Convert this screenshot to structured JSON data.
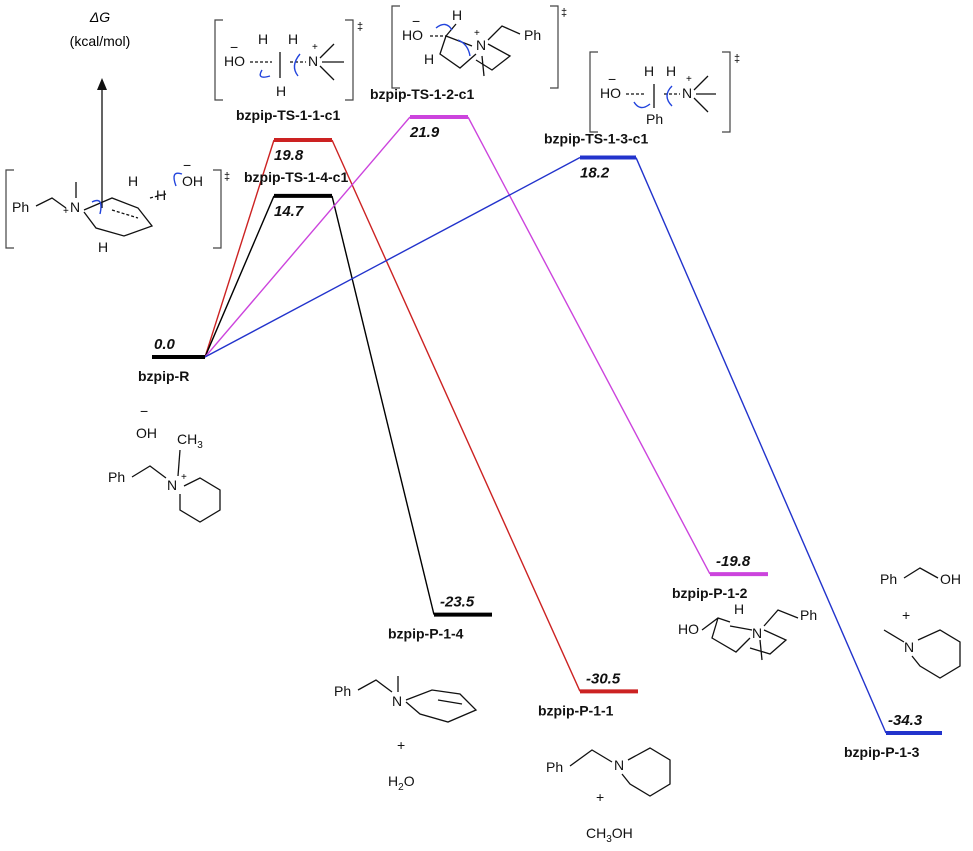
{
  "axis": {
    "symbol": "ΔG",
    "unit": "(kcal/mol)"
  },
  "levels": [
    {
      "id": "R",
      "label": "bzpip-R",
      "value": "0.0",
      "energy": 0.0,
      "color": "#000000"
    },
    {
      "id": "TS11",
      "label": "bzpip-TS-1-1-c1",
      "value": "19.8",
      "energy": 19.8,
      "color": "#cc2222"
    },
    {
      "id": "TS14",
      "label": "bzpip-TS-1-4-c1",
      "value": "14.7",
      "energy": 14.7,
      "color": "#000000"
    },
    {
      "id": "TS12",
      "label": "bzpip-TS-1-2-c1",
      "value": "21.9",
      "energy": 21.9,
      "color": "#cc44dd"
    },
    {
      "id": "TS13",
      "label": "bzpip-TS-1-3-c1",
      "value": "18.2",
      "energy": 18.2,
      "color": "#2233cc"
    },
    {
      "id": "P14",
      "label": "bzpip-P-1-4",
      "value": "-23.5",
      "energy": -23.5,
      "color": "#000000"
    },
    {
      "id": "P11",
      "label": "bzpip-P-1-1",
      "value": "-30.5",
      "energy": -30.5,
      "color": "#cc2222"
    },
    {
      "id": "P12",
      "label": "bzpip-P-1-2",
      "value": "-19.8",
      "energy": -19.8,
      "color": "#cc44dd"
    },
    {
      "id": "P13",
      "label": "bzpip-P-1-3",
      "value": "-34.3",
      "energy": -34.3,
      "color": "#2233cc"
    }
  ],
  "paths": [
    {
      "from": "R",
      "to": "TS11",
      "color": "#cc2222"
    },
    {
      "from": "TS11",
      "to": "P11",
      "color": "#cc2222"
    },
    {
      "from": "R",
      "to": "TS14",
      "color": "#000000"
    },
    {
      "from": "TS14",
      "to": "P14",
      "color": "#000000"
    },
    {
      "from": "R",
      "to": "TS12",
      "color": "#cc44dd"
    },
    {
      "from": "TS12",
      "to": "P12",
      "color": "#cc44dd"
    },
    {
      "from": "R",
      "to": "TS13",
      "color": "#2233cc"
    },
    {
      "from": "TS13",
      "to": "P13",
      "color": "#2233cc"
    }
  ],
  "structures": {
    "reactant": {
      "anion": "OH",
      "charge": "−",
      "methyl": "CH",
      "methyl_sub": "3",
      "ph": "Ph",
      "nplus": "N",
      "plus": "+"
    },
    "ts11": {
      "ho": "HO",
      "h": "H",
      "n": "N",
      "plus": "+",
      "minus": "−",
      "dagger": "‡"
    },
    "ts12": {
      "ho": "HO",
      "h": "H",
      "n": "N",
      "plus": "+",
      "ph": "Ph",
      "minus": "−",
      "dagger": "‡"
    },
    "ts13": {
      "ho": "HO",
      "h": "H",
      "n": "N",
      "plus": "+",
      "ph": "Ph",
      "minus": "−",
      "dagger": "‡"
    },
    "ts14": {
      "ph": "Ph",
      "n": "N",
      "plus": "+",
      "h": "H",
      "oh": "OH",
      "minus": "−",
      "dagger": "‡"
    },
    "p14": {
      "ph": "Ph",
      "n": "N",
      "plus_sign": "+",
      "water": "H",
      "water_sub": "2",
      "water_o": "O"
    },
    "p11": {
      "ph": "Ph",
      "n": "N",
      "plus_sign": "+",
      "meoh": "CH",
      "meoh_sub": "3",
      "meoh_oh": "OH"
    },
    "p12": {
      "ho": "HO",
      "h": "H",
      "n": "N",
      "ph": "Ph"
    },
    "p13": {
      "ph": "Ph",
      "oh": "OH",
      "plus_sign": "+",
      "n": "N"
    }
  }
}
